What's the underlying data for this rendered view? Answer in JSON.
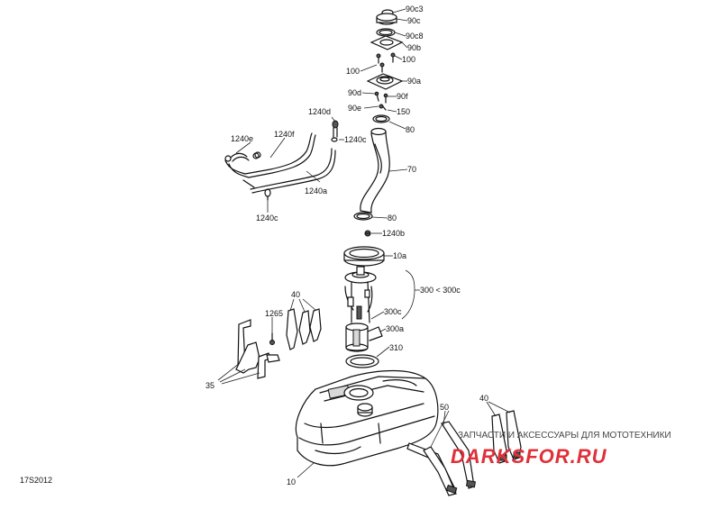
{
  "figure_code": "17S2012",
  "watermark": {
    "tagline": "ЗАПЧАСТИ И АКСЕССУАРЫ ДЛЯ МОТОТЕХНИКИ",
    "logo": "DARKSFOR.RU"
  },
  "callouts": [
    "90c3",
    "90c",
    "90c8",
    "90b",
    "100",
    "100",
    "90a",
    "90d",
    "90f",
    "90e",
    "150",
    "80",
    "1240d",
    "1240e",
    "1240f",
    "1240c",
    "70",
    "1240a",
    "1240c",
    "80",
    "1240b",
    "10a",
    "300 < 300c",
    "40",
    "1265",
    "300c",
    "300a",
    "310",
    "35",
    "40",
    "50",
    "10"
  ]
}
